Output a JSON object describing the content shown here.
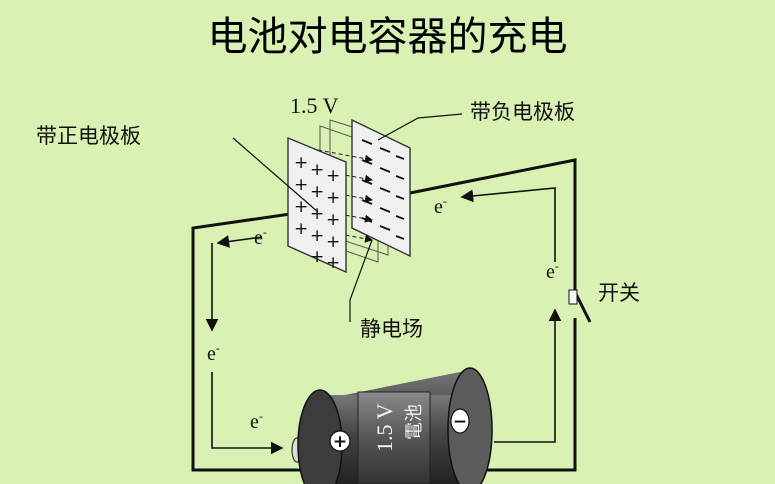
{
  "title": "电池对电容器的充电",
  "labels": {
    "voltage_top": "1.5 V",
    "positive_plate": "带正电极板",
    "negative_plate": "带负电极板",
    "electrostatic_field": "静电场",
    "switch": "开关",
    "battery_voltage": "1.5 V",
    "battery_text": "電池",
    "electron": "e",
    "electron_sup": "-",
    "plus_terminal": "+",
    "minus_terminal": "−"
  },
  "colors": {
    "background": "#d9f2b3",
    "wire": "#111111",
    "battery_body": "#4a4a4a",
    "battery_band": "#5a5a5a",
    "plate_fill": "#f0f0f0"
  }
}
